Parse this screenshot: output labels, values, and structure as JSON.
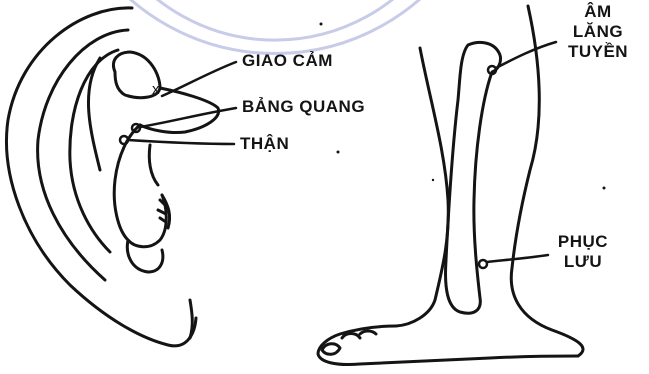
{
  "colors": {
    "ink": "#141414",
    "watermark": "#c8cce8",
    "background": "#ffffff"
  },
  "ear": {
    "labels": {
      "giao_cam": "GIAO CẢM",
      "bang_quang": "BẢNG QUANG",
      "than": "THẬN"
    },
    "marker": "x"
  },
  "leg": {
    "labels": {
      "am_lang_tuyen": [
        "ÂM",
        "LĂNG",
        "TUYỀN"
      ],
      "phuc_luu": [
        "PHỤC",
        "LƯU"
      ]
    }
  }
}
